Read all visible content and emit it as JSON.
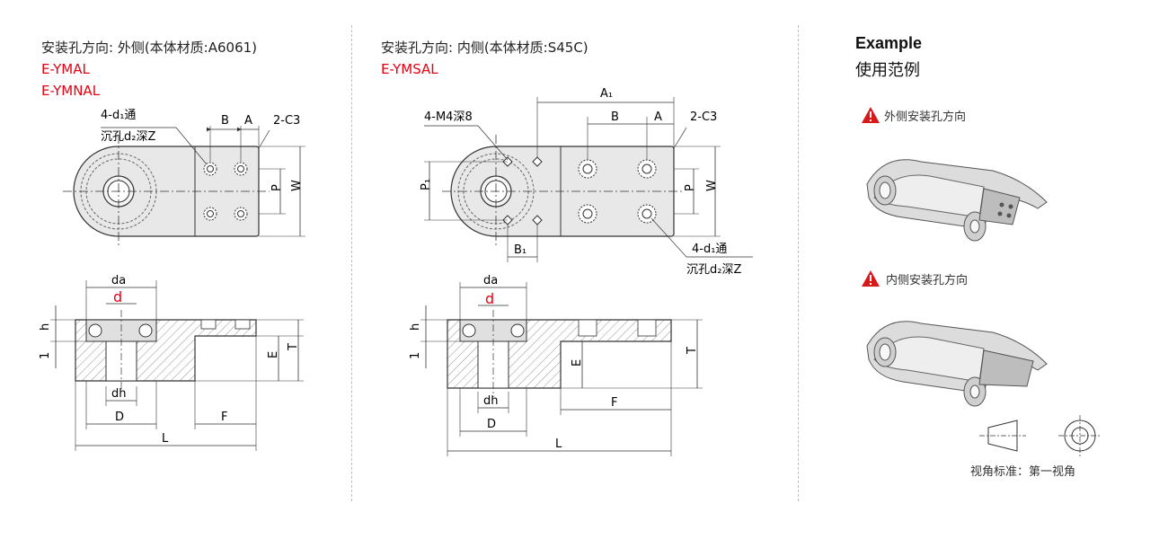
{
  "panel_left": {
    "header": "安装孔方向: 外侧(本体材质:A6061)",
    "models": [
      "E-YMAL",
      "E-YMNAL"
    ],
    "top_view": {
      "hole_note_1": "4-d₁通",
      "hole_note_2": "沉孔d₂深Z",
      "dim_B": "B",
      "dim_A": "A",
      "chamfer": "2-C3",
      "dim_P": "P",
      "dim_W": "W"
    },
    "side_view": {
      "dim_da": "da",
      "dim_d": "d",
      "dim_h": "h",
      "dim_1": "1",
      "dim_E": "E",
      "dim_T": "T",
      "dim_dh": "dh",
      "dim_D": "D",
      "dim_F": "F",
      "dim_L": "L"
    }
  },
  "panel_middle": {
    "header": "安装孔方向: 内侧(本体材质:S45C)",
    "models": [
      "E-YMSAL"
    ],
    "top_view": {
      "tap_note": "4-M4深8",
      "dim_A1": "A₁",
      "dim_B": "B",
      "dim_A": "A",
      "chamfer": "2-C3",
      "dim_P1": "P₁",
      "dim_P": "P",
      "dim_W": "W",
      "dim_B1": "B₁",
      "hole_note_1": "4-d₁通",
      "hole_note_2": "沉孔d₂深Z"
    },
    "side_view": {
      "dim_da": "da",
      "dim_d": "d",
      "dim_h": "h",
      "dim_1": "1",
      "dim_E": "E",
      "dim_T": "T",
      "dim_dh": "dh",
      "dim_D": "D",
      "dim_F": "F",
      "dim_L": "L"
    }
  },
  "panel_right": {
    "title_en": "Example",
    "title_cn": "使用范例",
    "warn_1": "外侧安装孔方向",
    "warn_2": "内侧安装孔方向",
    "projection_note": "视角标准：第一视角"
  },
  "colors": {
    "accent_red": "#e60012",
    "part_fill": "#e6e6e6",
    "line": "#333333"
  }
}
